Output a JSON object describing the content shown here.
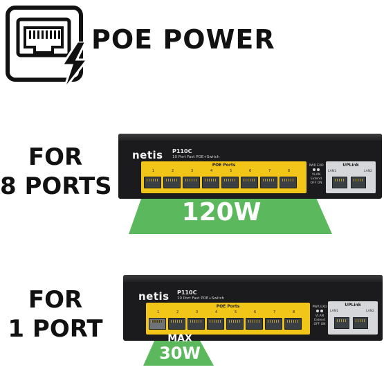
{
  "header": {
    "title": "POE POWER",
    "icon": "ethernet-port-icon",
    "bolt_icon": "lightning-bolt-icon"
  },
  "colors": {
    "beam": "#5cb85c",
    "panel": "#f2c619",
    "body": "#1b1b1d"
  },
  "device": {
    "brand": "netis",
    "model": "P110C",
    "subtitle": "10 Port Fast POE+Switch",
    "poe_label": "POE Ports",
    "port_numbers": [
      "1",
      "2",
      "3",
      "4",
      "5",
      "6",
      "7",
      "8"
    ],
    "uplink_label": "UPLink",
    "lan1": "LAN1",
    "lan2": "LAN2",
    "led_text_1": "PWR EXD",
    "led_text_2": "VLAN Extend",
    "led_text_3": "OFF ON"
  },
  "sections": [
    {
      "label_line1": "FOR",
      "label_line2": "8 PORTS",
      "power": "120W"
    },
    {
      "label_line1": "FOR",
      "label_line2": "1 PORT",
      "power_prefix": "MAX",
      "power": "30W"
    }
  ]
}
